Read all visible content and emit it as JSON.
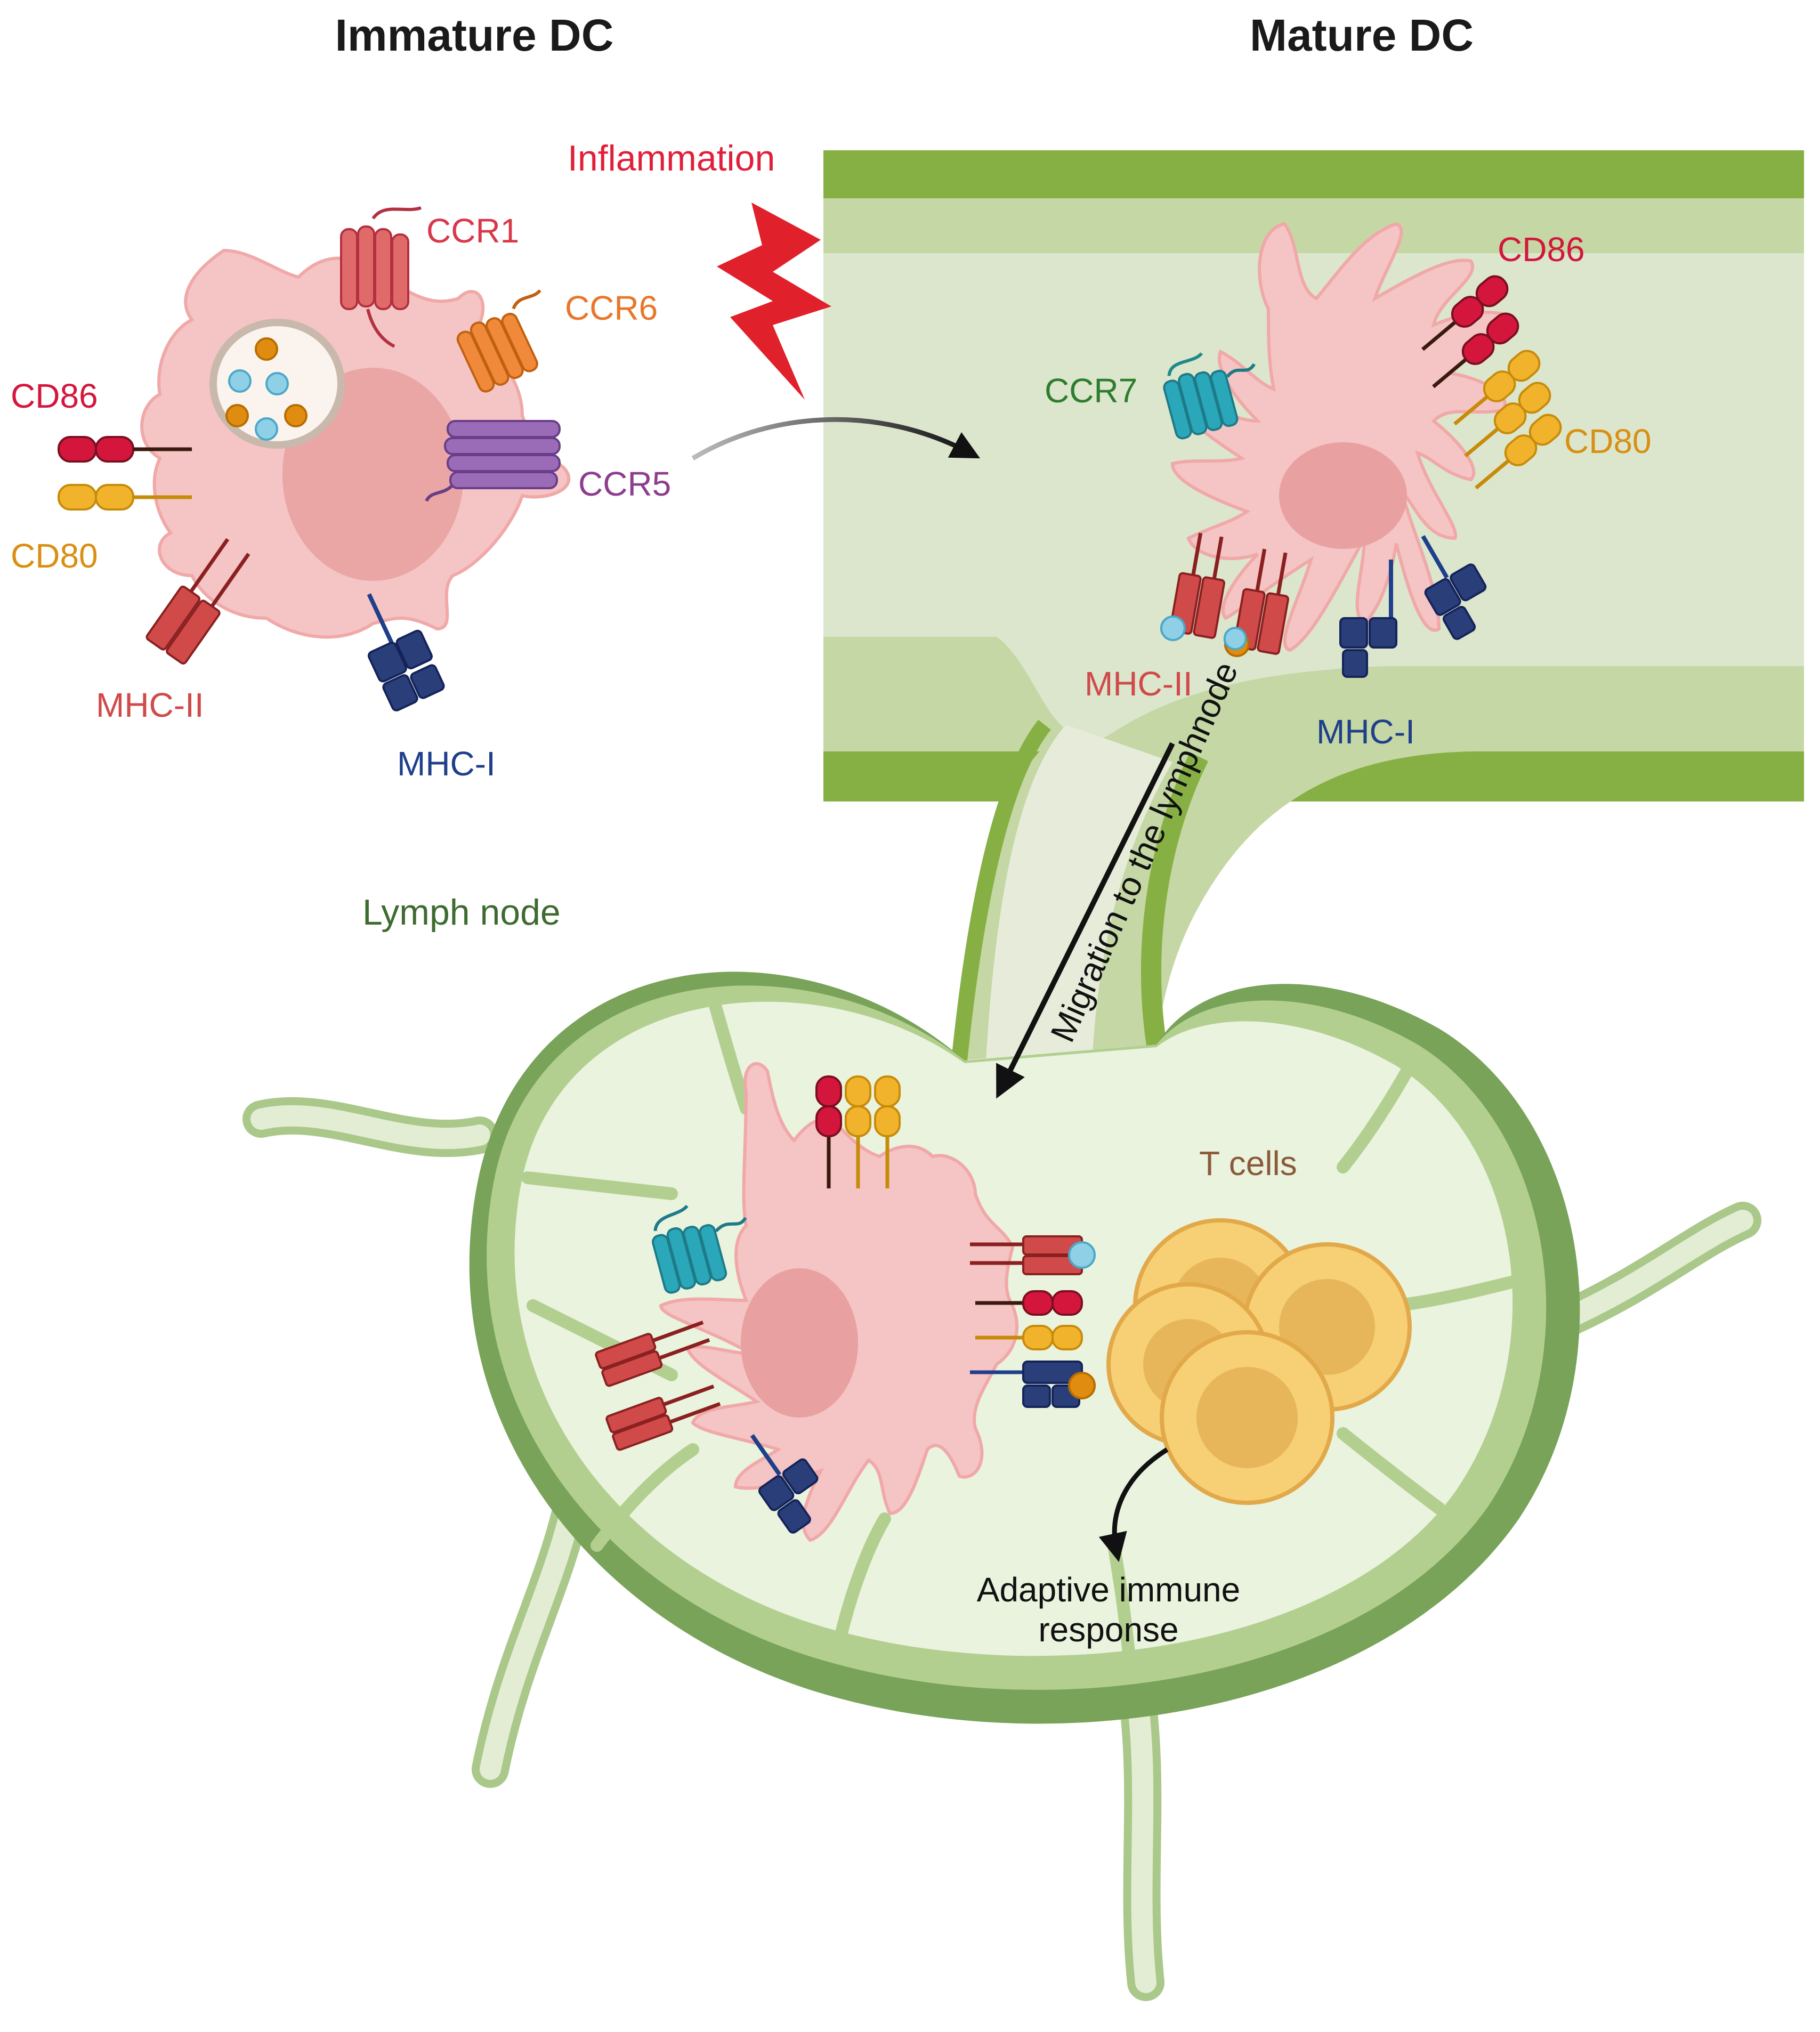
{
  "titles": {
    "immature": "Immature DC",
    "mature": "Mature DC"
  },
  "labels": {
    "inflammation": "Inflammation",
    "ccr1": "CCR1",
    "ccr6": "CCR6",
    "ccr5": "CCR5",
    "cd86_left": "CD86",
    "cd80_left": "CD80",
    "mhc2_left": "MHC-II",
    "mhc1_left": "MHC-I",
    "ccr7": "CCR7",
    "cd86_right": "CD86",
    "cd80_right": "CD80",
    "mhc2_right": "MHC-II",
    "mhc1_right": "MHC-I",
    "lymph_node": "Lymph node",
    "migration": "Migration to the lymphnode",
    "t_cells": "T cells",
    "adaptive_line1": "Adaptive immune",
    "adaptive_line2": "response"
  },
  "colors": {
    "inflammation": "#e0203a",
    "ccr1": "#d9384a",
    "ccr6": "#e8772a",
    "ccr5": "#8e3d8e",
    "cd86": "#d4163c",
    "cd80": "#d98f12",
    "mhc2": "#d04a4a",
    "mhc1": "#1f3f8a",
    "ccr7": "#2e7d2e",
    "lymph_node": "#3e6b30",
    "t_cells": "#8a5a3a",
    "cell_body": "#f5c4c4",
    "nucleus": "#e8a0a0",
    "tissue_dark": "#86b044",
    "tissue_light": "#dbe6cc"
  }
}
